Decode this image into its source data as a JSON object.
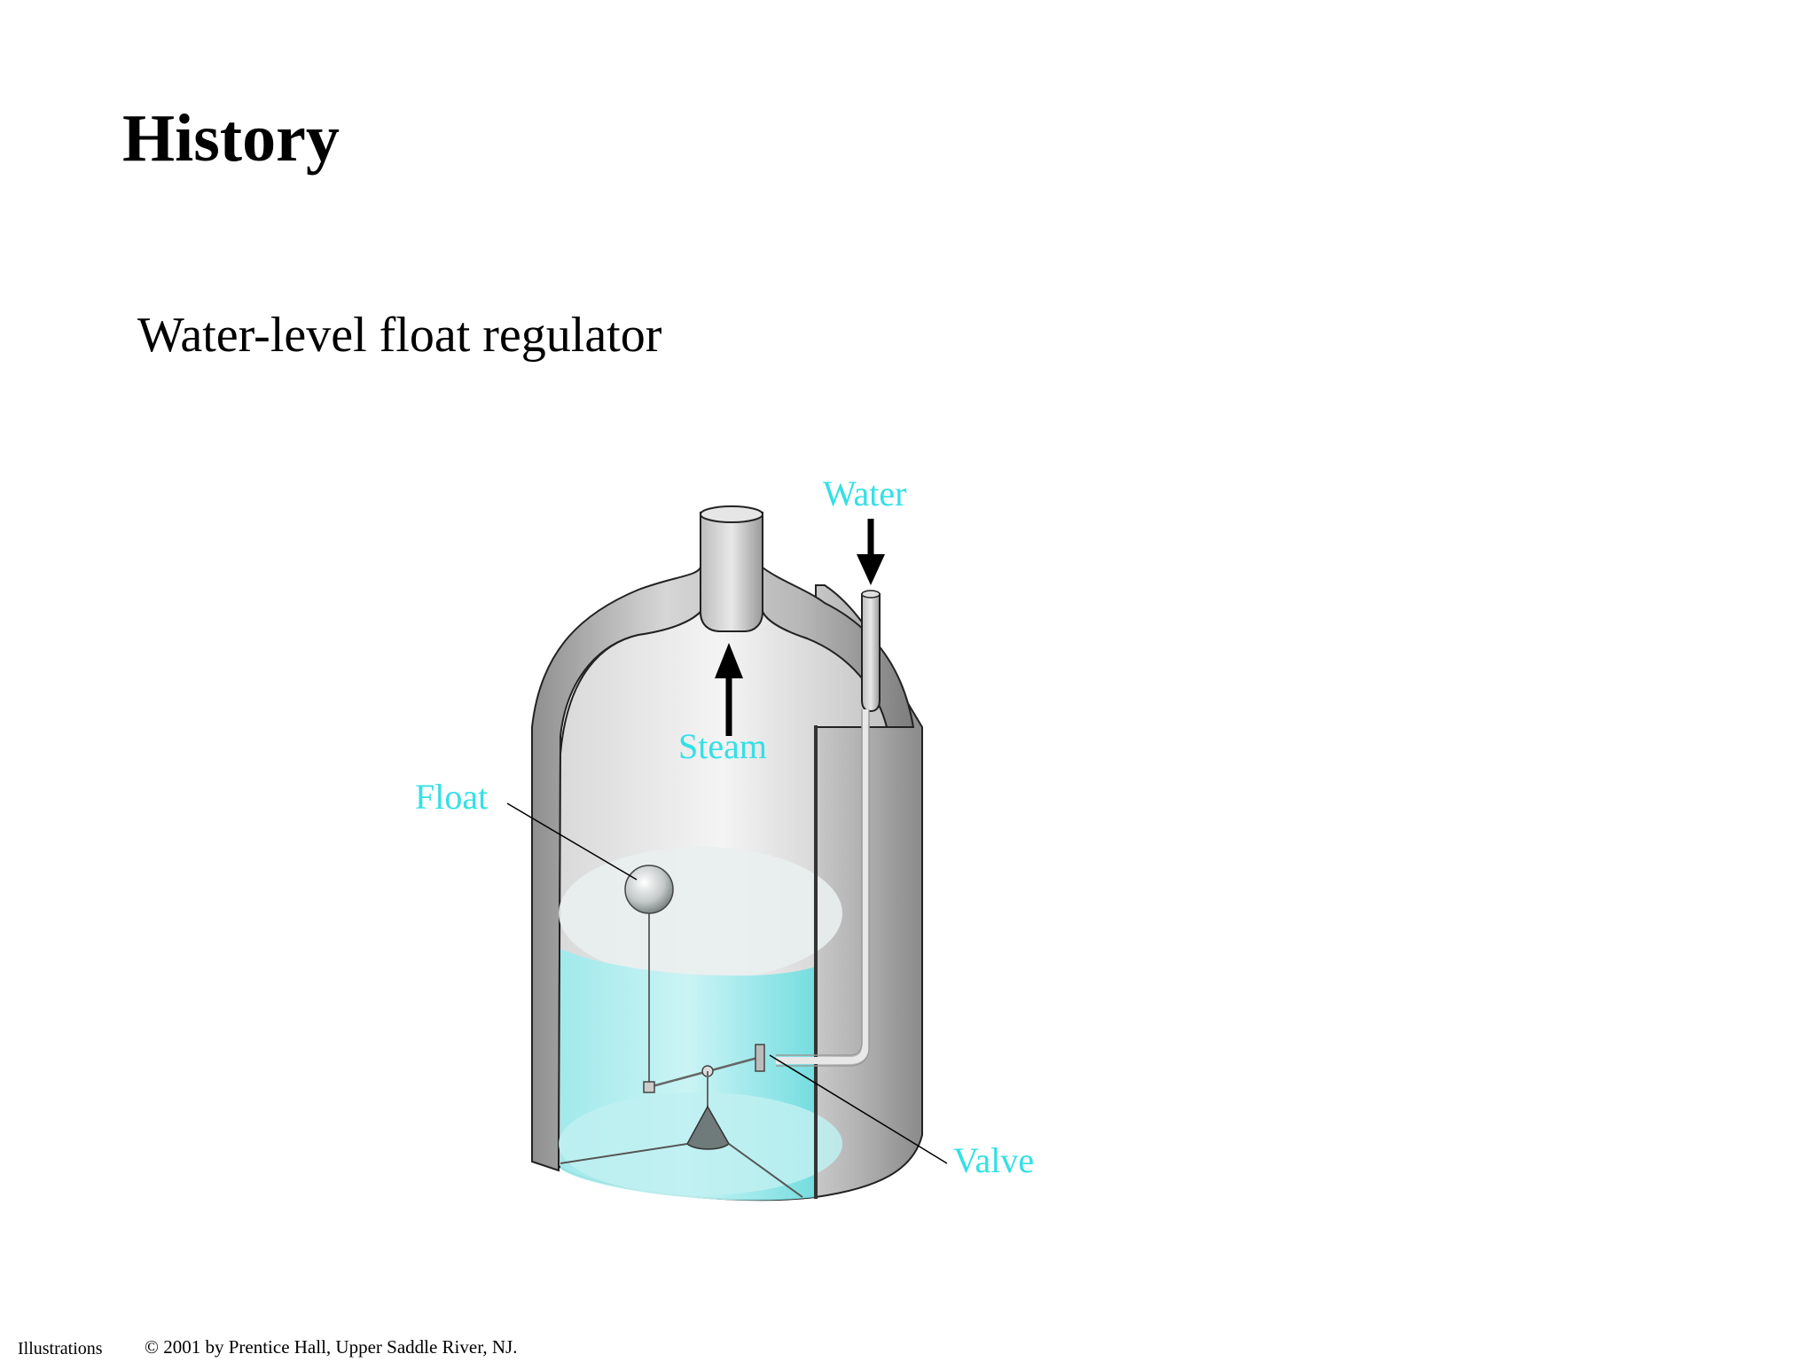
{
  "slide": {
    "title": "History",
    "subtitle": "Water-level float regulator"
  },
  "diagram": {
    "labels": {
      "water": "Water",
      "steam": "Steam",
      "float": "Float",
      "valve": "Valve"
    },
    "colors": {
      "label": "#33e0e6",
      "water_fill": "#7fe3e6",
      "vessel": "#a9a9a9"
    }
  },
  "footer": {
    "left": "Illustrations",
    "right": "© 2001 by Prentice Hall, Upper Saddle River, NJ."
  }
}
